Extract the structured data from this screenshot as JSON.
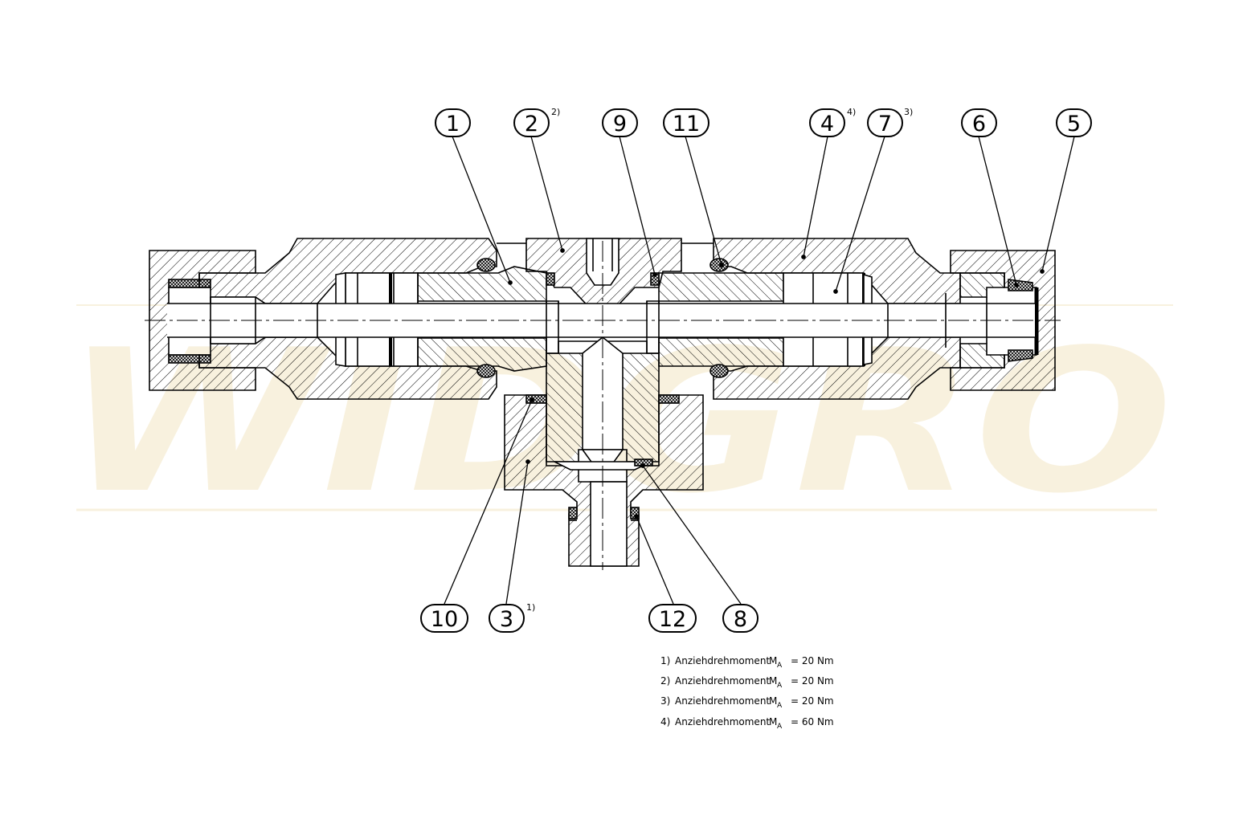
{
  "watermark": {
    "text": "WIDGRO",
    "color": "#f5ead0"
  },
  "callouts": [
    {
      "id": "1",
      "superscript": ""
    },
    {
      "id": "2",
      "superscript": "2)"
    },
    {
      "id": "9",
      "superscript": ""
    },
    {
      "id": "11",
      "superscript": ""
    },
    {
      "id": "4",
      "superscript": "4)"
    },
    {
      "id": "7",
      "superscript": "3)"
    },
    {
      "id": "6",
      "superscript": ""
    },
    {
      "id": "5",
      "superscript": ""
    },
    {
      "id": "10",
      "superscript": ""
    },
    {
      "id": "3",
      "superscript": "1)"
    },
    {
      "id": "12",
      "superscript": ""
    },
    {
      "id": "8",
      "superscript": ""
    }
  ],
  "notes": [
    {
      "num": "1)",
      "label": "Anziehdrehmoment",
      "symbol": "M",
      "sub": "A",
      "value": "= 20 Nm"
    },
    {
      "num": "2)",
      "label": "Anziehdrehmoment",
      "symbol": "M",
      "sub": "A",
      "value": "= 20 Nm"
    },
    {
      "num": "3)",
      "label": "Anziehdrehmoment",
      "symbol": "M",
      "sub": "A",
      "value": "= 20 Nm"
    },
    {
      "num": "4)",
      "label": "Anziehdrehmoment",
      "symbol": "M",
      "sub": "A",
      "value": "= 60 Nm"
    }
  ],
  "colors": {
    "line": "#000000",
    "hatch": "#000000",
    "seal": "#000000"
  }
}
